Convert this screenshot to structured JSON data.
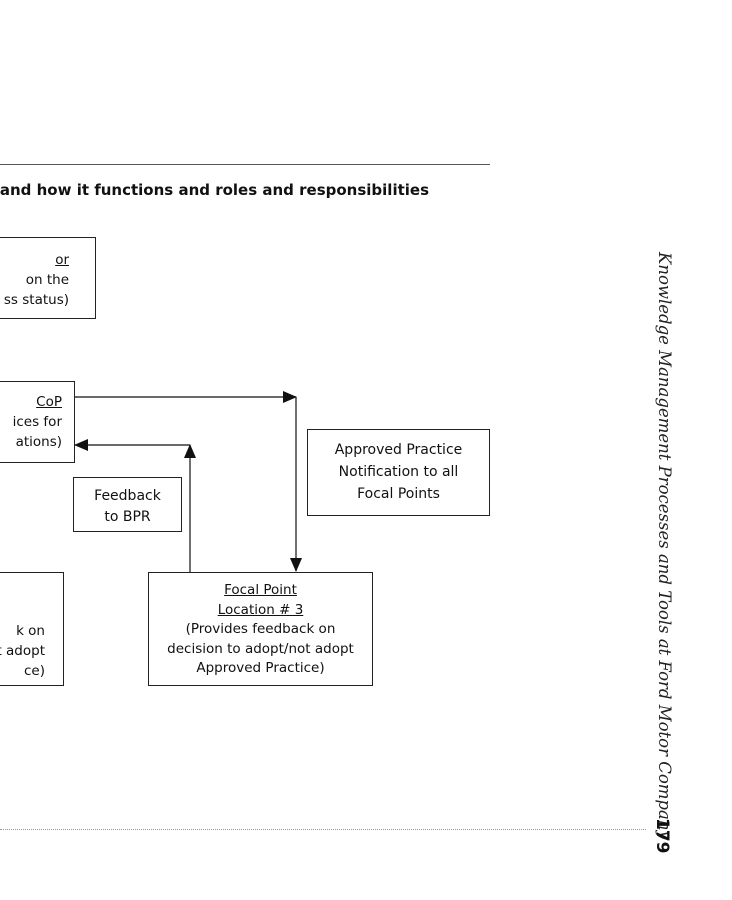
{
  "caption": "e and how it functions and roles and responsibilities",
  "boxes": {
    "top_partial": {
      "line1": "or",
      "line2": "on the",
      "line3": "ss status)"
    },
    "cop_partial": {
      "line1": "CoP",
      "line2": "ices for",
      "line3": "ations)"
    },
    "approved_notification": {
      "line1": "Approved Practice",
      "line2": "Notification to all",
      "line3": "Focal Points"
    },
    "feedback_bpr": {
      "line1": "Feedback",
      "line2": "to BPR"
    },
    "left_partial": {
      "line1": "k on",
      "line2": "t adopt",
      "line3": "ce)"
    },
    "focal_point_3": {
      "line1": "Focal Point",
      "line2": "Location # 3",
      "line3": "(Provides feedback on",
      "line4": "decision to adopt/not adopt",
      "line5": "Approved Practice)"
    }
  },
  "side_title": "Knowledge Management Processes and Tools at Ford Motor Company",
  "page_number": "179"
}
